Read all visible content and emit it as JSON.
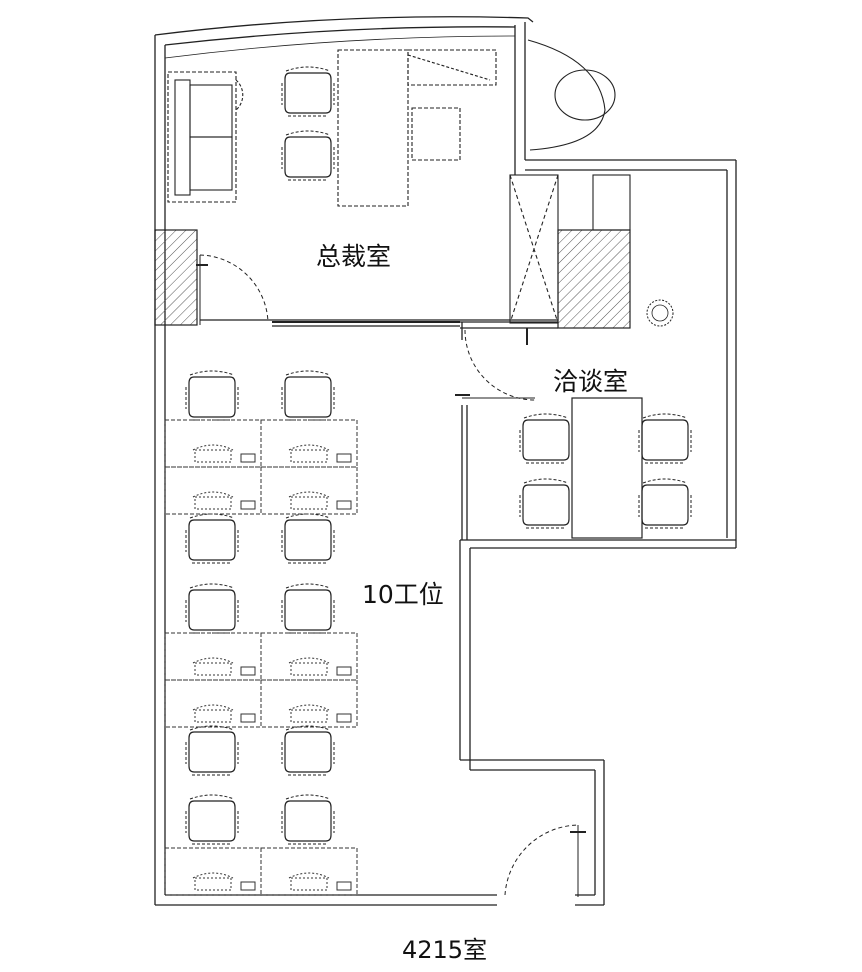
{
  "rooms": {
    "ceo_office": "总裁室",
    "meeting_room": "洽谈室",
    "workstations": "10工位"
  },
  "plan_title": "4215室"
}
